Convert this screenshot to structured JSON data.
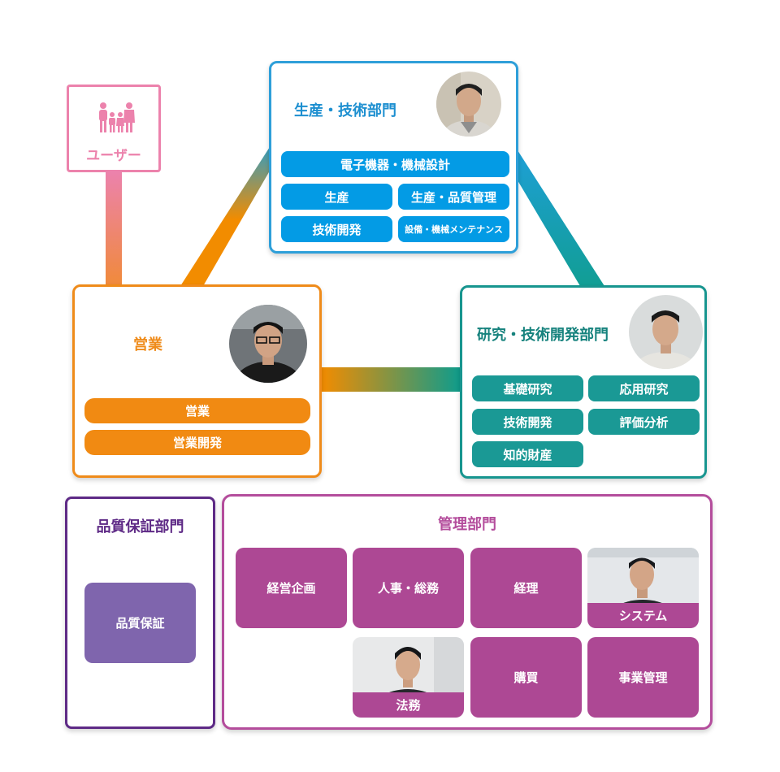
{
  "user": {
    "label": "ユーザー",
    "icon": "family-icon"
  },
  "production": {
    "title": "生産・技術部門",
    "items": [
      "電子機器・機械設計",
      "生産",
      "生産・品質管理",
      "技術開発",
      "設備・機械メンテナンス"
    ],
    "color": "#039be5"
  },
  "sales": {
    "title": "営業",
    "items": [
      "営業",
      "営業開発"
    ],
    "color": "#f18a12"
  },
  "research": {
    "title": "研究・技術開発部門",
    "items": [
      "基礎研究",
      "応用研究",
      "技術開発",
      "評価分析",
      "知的財産"
    ],
    "color": "#1a9995"
  },
  "qa": {
    "title": "品質保証部門",
    "items": [
      "品質保証"
    ],
    "color": "#7f65ad"
  },
  "admin": {
    "title": "管理部門",
    "items": [
      "経営企画",
      "人事・総務",
      "経理",
      "システム",
      "法務",
      "購買",
      "事業管理"
    ],
    "color": "#ad4894"
  }
}
